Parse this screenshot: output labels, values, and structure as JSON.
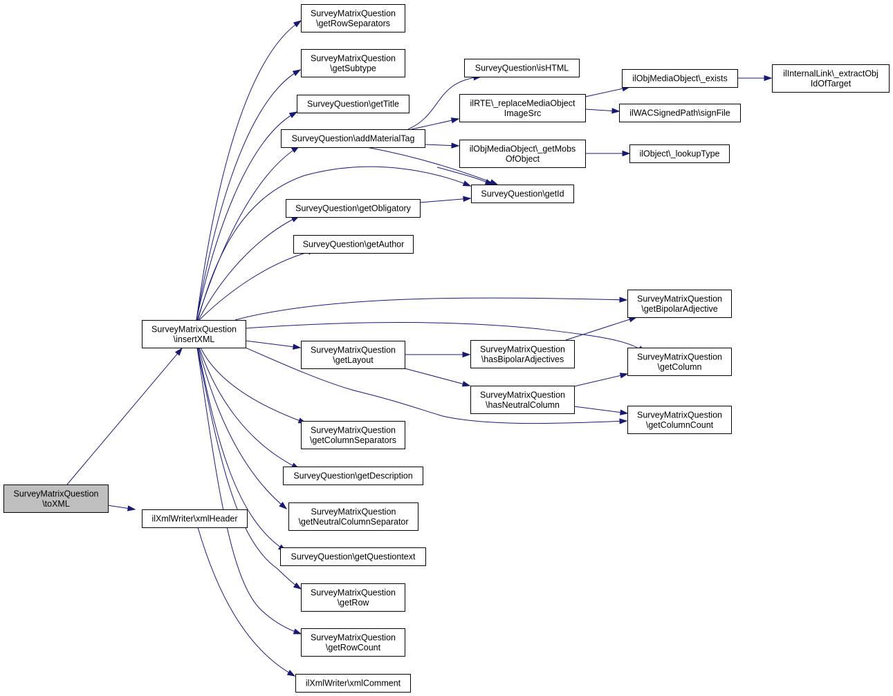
{
  "colors": {
    "edge": "#191970",
    "root_fill": "#bfbfbf",
    "node_fill": "#ffffff",
    "border": "#000000"
  },
  "nodes": [
    {
      "id": "toXML",
      "lines": [
        "SurveyMatrixQuestion",
        "\\toXML"
      ],
      "root": true
    },
    {
      "id": "insertXML",
      "lines": [
        "SurveyMatrixQuestion",
        "\\insertXML"
      ]
    },
    {
      "id": "xmlHeader",
      "lines": [
        "ilXmlWriter\\xmlHeader"
      ]
    },
    {
      "id": "getRowSeparators",
      "lines": [
        "SurveyMatrixQuestion",
        "\\getRowSeparators"
      ]
    },
    {
      "id": "getSubtype",
      "lines": [
        "SurveyMatrixQuestion",
        "\\getSubtype"
      ]
    },
    {
      "id": "getTitle",
      "lines": [
        "SurveyQuestion\\getTitle"
      ]
    },
    {
      "id": "addMaterialTag",
      "lines": [
        "SurveyQuestion\\addMaterialTag"
      ]
    },
    {
      "id": "getObligatory",
      "lines": [
        "SurveyQuestion\\getObligatory"
      ]
    },
    {
      "id": "getAuthor",
      "lines": [
        "SurveyQuestion\\getAuthor"
      ]
    },
    {
      "id": "getLayout",
      "lines": [
        "SurveyMatrixQuestion",
        "\\getLayout"
      ]
    },
    {
      "id": "getColumnSeparators",
      "lines": [
        "SurveyMatrixQuestion",
        "\\getColumnSeparators"
      ]
    },
    {
      "id": "getDescription",
      "lines": [
        "SurveyQuestion\\getDescription"
      ]
    },
    {
      "id": "getNeutralColumnSeparator",
      "lines": [
        "SurveyMatrixQuestion",
        "\\getNeutralColumnSeparator"
      ]
    },
    {
      "id": "getQuestiontext",
      "lines": [
        "SurveyQuestion\\getQuestiontext"
      ]
    },
    {
      "id": "getRow",
      "lines": [
        "SurveyMatrixQuestion",
        "\\getRow"
      ]
    },
    {
      "id": "getRowCount",
      "lines": [
        "SurveyMatrixQuestion",
        "\\getRowCount"
      ]
    },
    {
      "id": "xmlComment",
      "lines": [
        "ilXmlWriter\\xmlComment"
      ]
    },
    {
      "id": "isHTML",
      "lines": [
        "SurveyQuestion\\isHTML"
      ]
    },
    {
      "id": "replaceMediaObjectImageSrc",
      "lines": [
        "ilRTE\\_replaceMediaObject",
        "ImageSrc"
      ]
    },
    {
      "id": "getMobsOfObject",
      "lines": [
        "ilObjMediaObject\\_getMobs",
        "OfObject"
      ]
    },
    {
      "id": "getId",
      "lines": [
        "SurveyQuestion\\getId"
      ]
    },
    {
      "id": "hasBipolarAdjectives",
      "lines": [
        "SurveyMatrixQuestion",
        "\\hasBipolarAdjectives"
      ]
    },
    {
      "id": "hasNeutralColumn",
      "lines": [
        "SurveyMatrixQuestion",
        "\\hasNeutralColumn"
      ]
    },
    {
      "id": "exists",
      "lines": [
        "ilObjMediaObject\\_exists"
      ]
    },
    {
      "id": "signFile",
      "lines": [
        "ilWACSignedPath\\signFile"
      ]
    },
    {
      "id": "lookupType",
      "lines": [
        "ilObject\\_lookupType"
      ]
    },
    {
      "id": "getBipolarAdjective",
      "lines": [
        "SurveyMatrixQuestion",
        "\\getBipolarAdjective"
      ]
    },
    {
      "id": "getColumn",
      "lines": [
        "SurveyMatrixQuestion",
        "\\getColumn"
      ]
    },
    {
      "id": "getColumnCount",
      "lines": [
        "SurveyMatrixQuestion",
        "\\getColumnCount"
      ]
    },
    {
      "id": "extractObjIdOfTarget",
      "lines": [
        "ilInternalLink\\_extractObj",
        "IdOfTarget"
      ]
    }
  ],
  "edges": [
    {
      "from": "toXML",
      "to": "insertXML"
    },
    {
      "from": "toXML",
      "to": "xmlHeader"
    },
    {
      "from": "insertXML",
      "to": "getRowSeparators"
    },
    {
      "from": "insertXML",
      "to": "getSubtype"
    },
    {
      "from": "insertXML",
      "to": "getTitle"
    },
    {
      "from": "insertXML",
      "to": "addMaterialTag"
    },
    {
      "from": "insertXML",
      "to": "getId"
    },
    {
      "from": "insertXML",
      "to": "getObligatory"
    },
    {
      "from": "insertXML",
      "to": "getAuthor"
    },
    {
      "from": "insertXML",
      "to": "getBipolarAdjective"
    },
    {
      "from": "insertXML",
      "to": "getColumn"
    },
    {
      "from": "insertXML",
      "to": "getLayout"
    },
    {
      "from": "insertXML",
      "to": "getColumnCount"
    },
    {
      "from": "insertXML",
      "to": "getColumnSeparators"
    },
    {
      "from": "insertXML",
      "to": "getDescription"
    },
    {
      "from": "insertXML",
      "to": "getNeutralColumnSeparator"
    },
    {
      "from": "insertXML",
      "to": "getQuestiontext"
    },
    {
      "from": "insertXML",
      "to": "getRow"
    },
    {
      "from": "insertXML",
      "to": "getRowCount"
    },
    {
      "from": "xmlHeader",
      "to": "xmlComment"
    },
    {
      "from": "addMaterialTag",
      "to": "isHTML"
    },
    {
      "from": "addMaterialTag",
      "to": "replaceMediaObjectImageSrc"
    },
    {
      "from": "addMaterialTag",
      "to": "getMobsOfObject"
    },
    {
      "from": "addMaterialTag",
      "to": "getId"
    },
    {
      "from": "getObligatory",
      "to": "getId"
    },
    {
      "from": "replaceMediaObjectImageSrc",
      "to": "exists"
    },
    {
      "from": "replaceMediaObjectImageSrc",
      "to": "signFile"
    },
    {
      "from": "exists",
      "to": "extractObjIdOfTarget"
    },
    {
      "from": "getMobsOfObject",
      "to": "getId"
    },
    {
      "from": "getMobsOfObject",
      "to": "lookupType"
    },
    {
      "from": "getLayout",
      "to": "hasBipolarAdjectives"
    },
    {
      "from": "getLayout",
      "to": "hasNeutralColumn"
    },
    {
      "from": "hasBipolarAdjectives",
      "to": "getBipolarAdjective"
    },
    {
      "from": "hasNeutralColumn",
      "to": "getColumn"
    },
    {
      "from": "hasNeutralColumn",
      "to": "getColumnCount"
    }
  ]
}
